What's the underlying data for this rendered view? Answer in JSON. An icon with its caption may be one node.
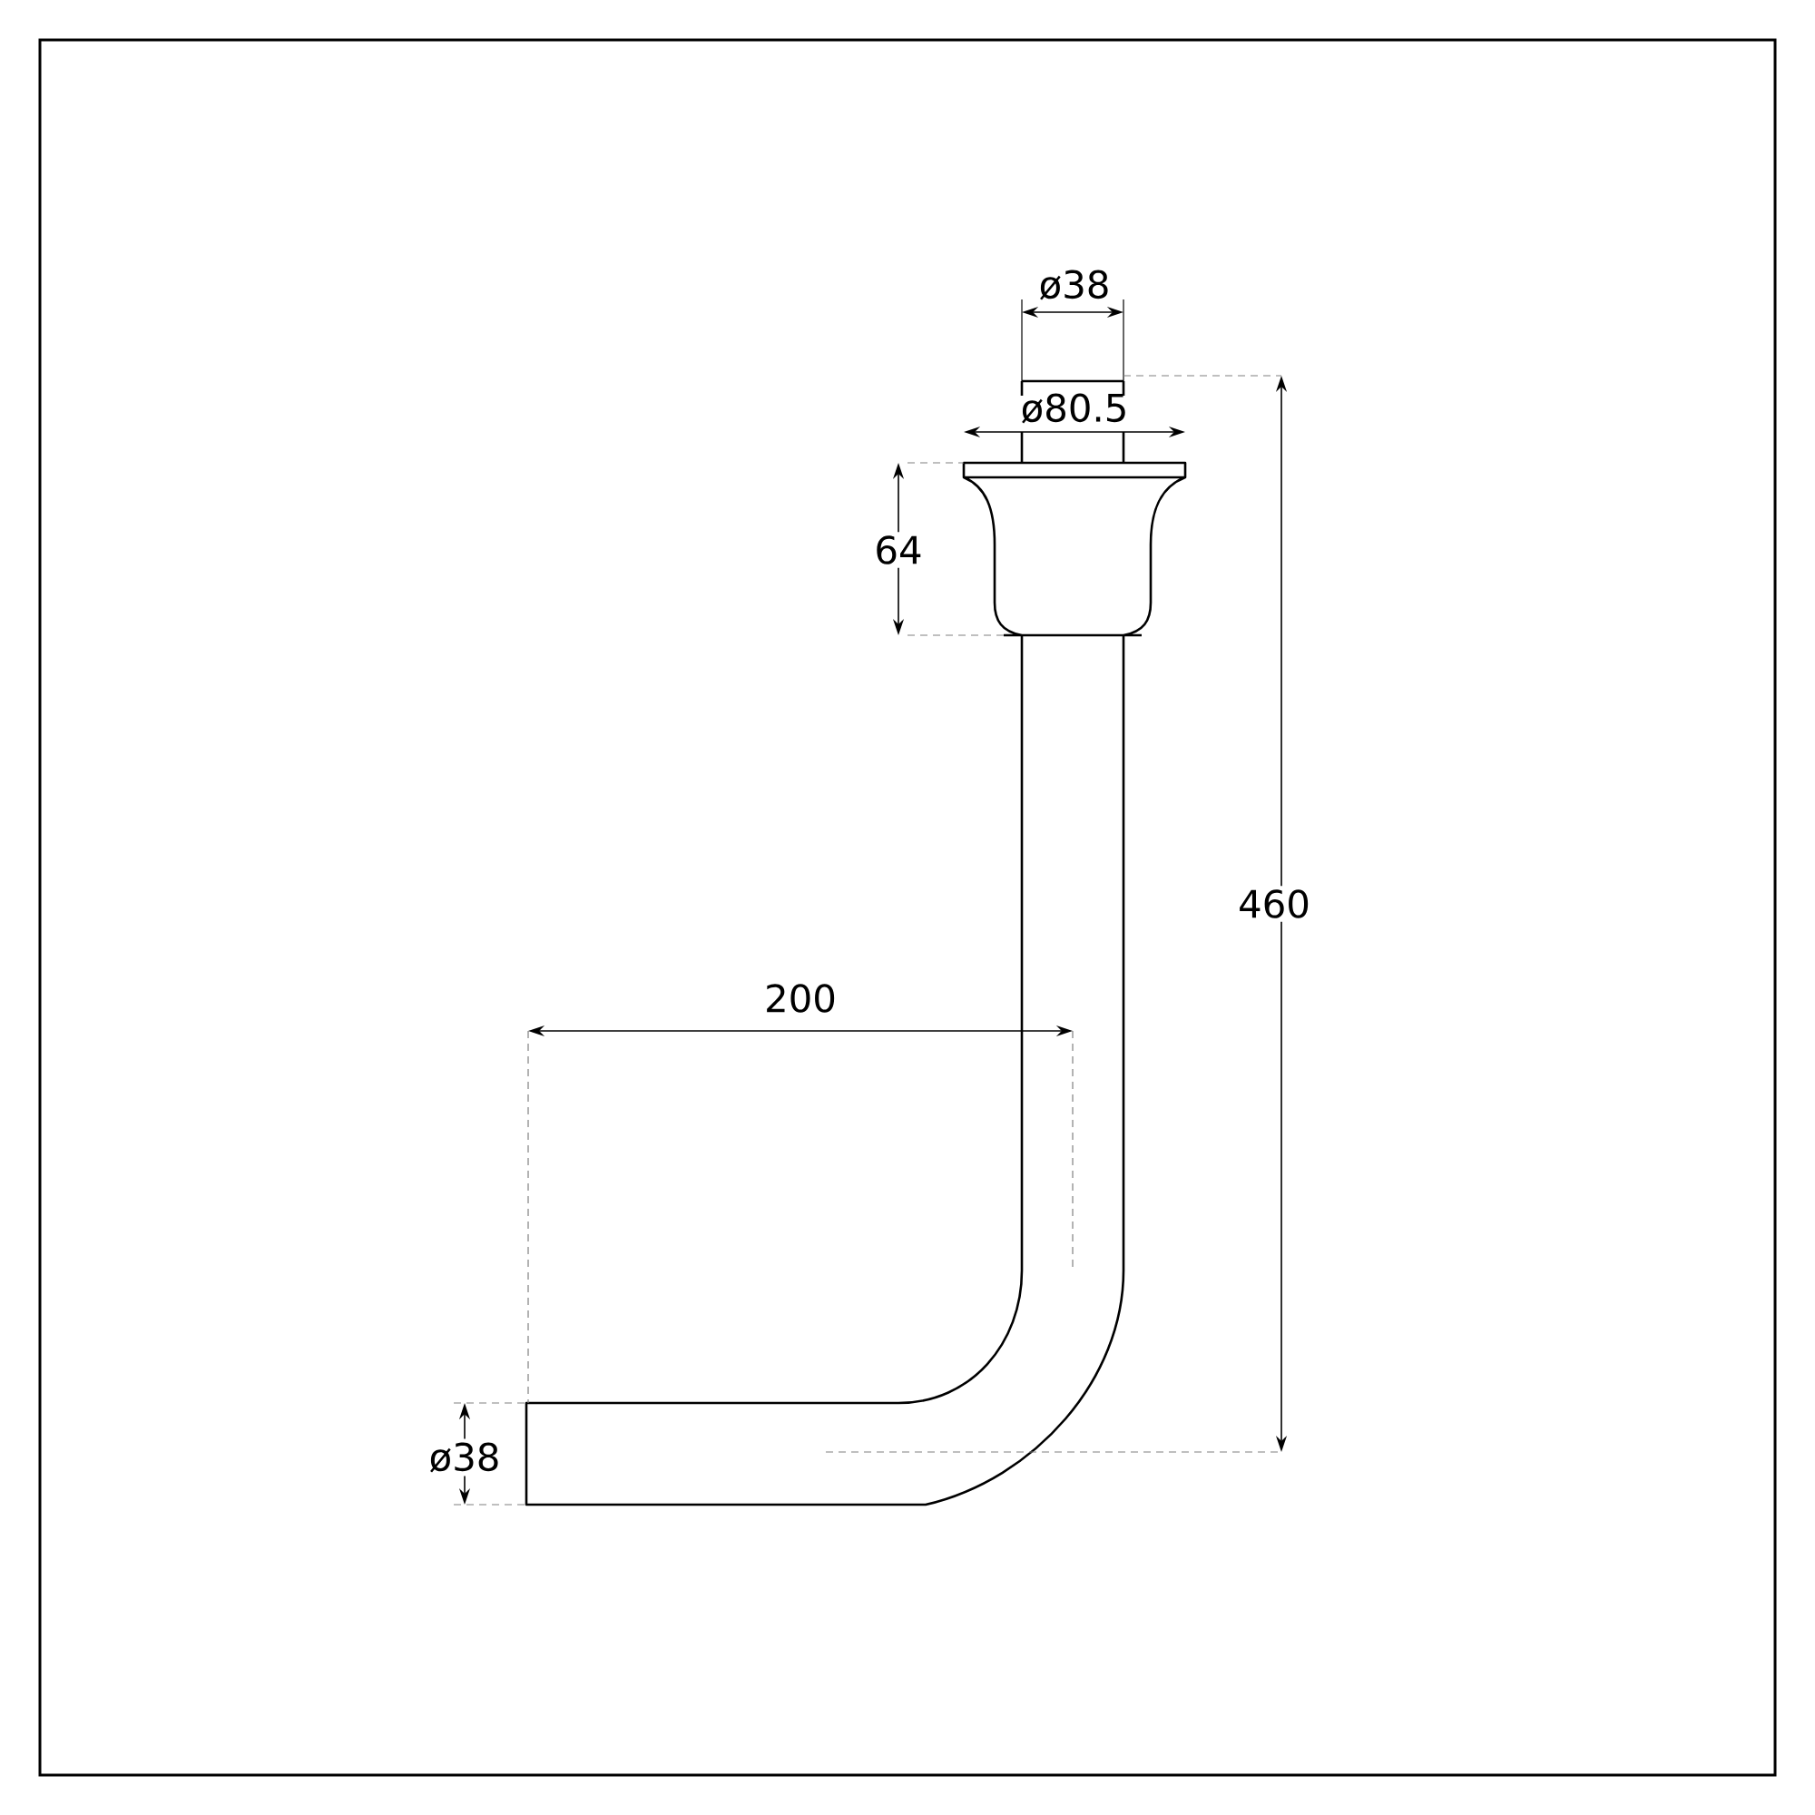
{
  "diagram": {
    "labels": [
      "ø38",
      "ø80.5",
      "64",
      "460",
      "200",
      "ø38"
    ]
  }
}
